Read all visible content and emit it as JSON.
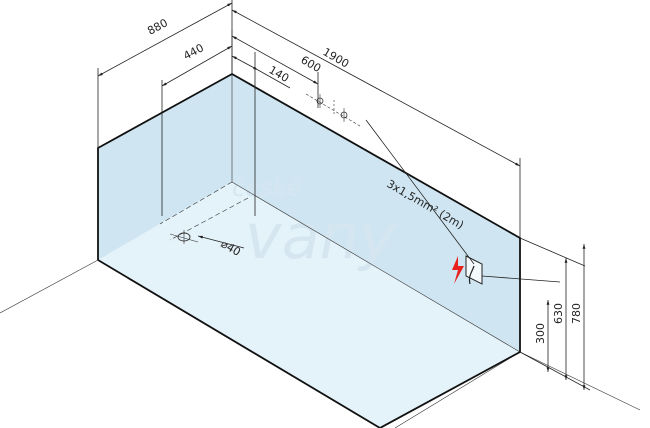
{
  "diagram": {
    "dimensions": {
      "width_880": "880",
      "width_440": "440",
      "length_1900": "1900",
      "length_600": "600",
      "length_140": "140",
      "height_300": "300",
      "height_630": "630",
      "height_780": "780"
    },
    "annotations": {
      "drain_diameter": "⌀40",
      "cable_spec": "3x1,5mm² (2m)"
    },
    "watermark": {
      "line1": "české",
      "line2": "vany"
    },
    "colors": {
      "wall_fill": "#cfe6f2",
      "floor_fill": "#e4f2f9",
      "electric_symbol": "#e8211c"
    }
  }
}
